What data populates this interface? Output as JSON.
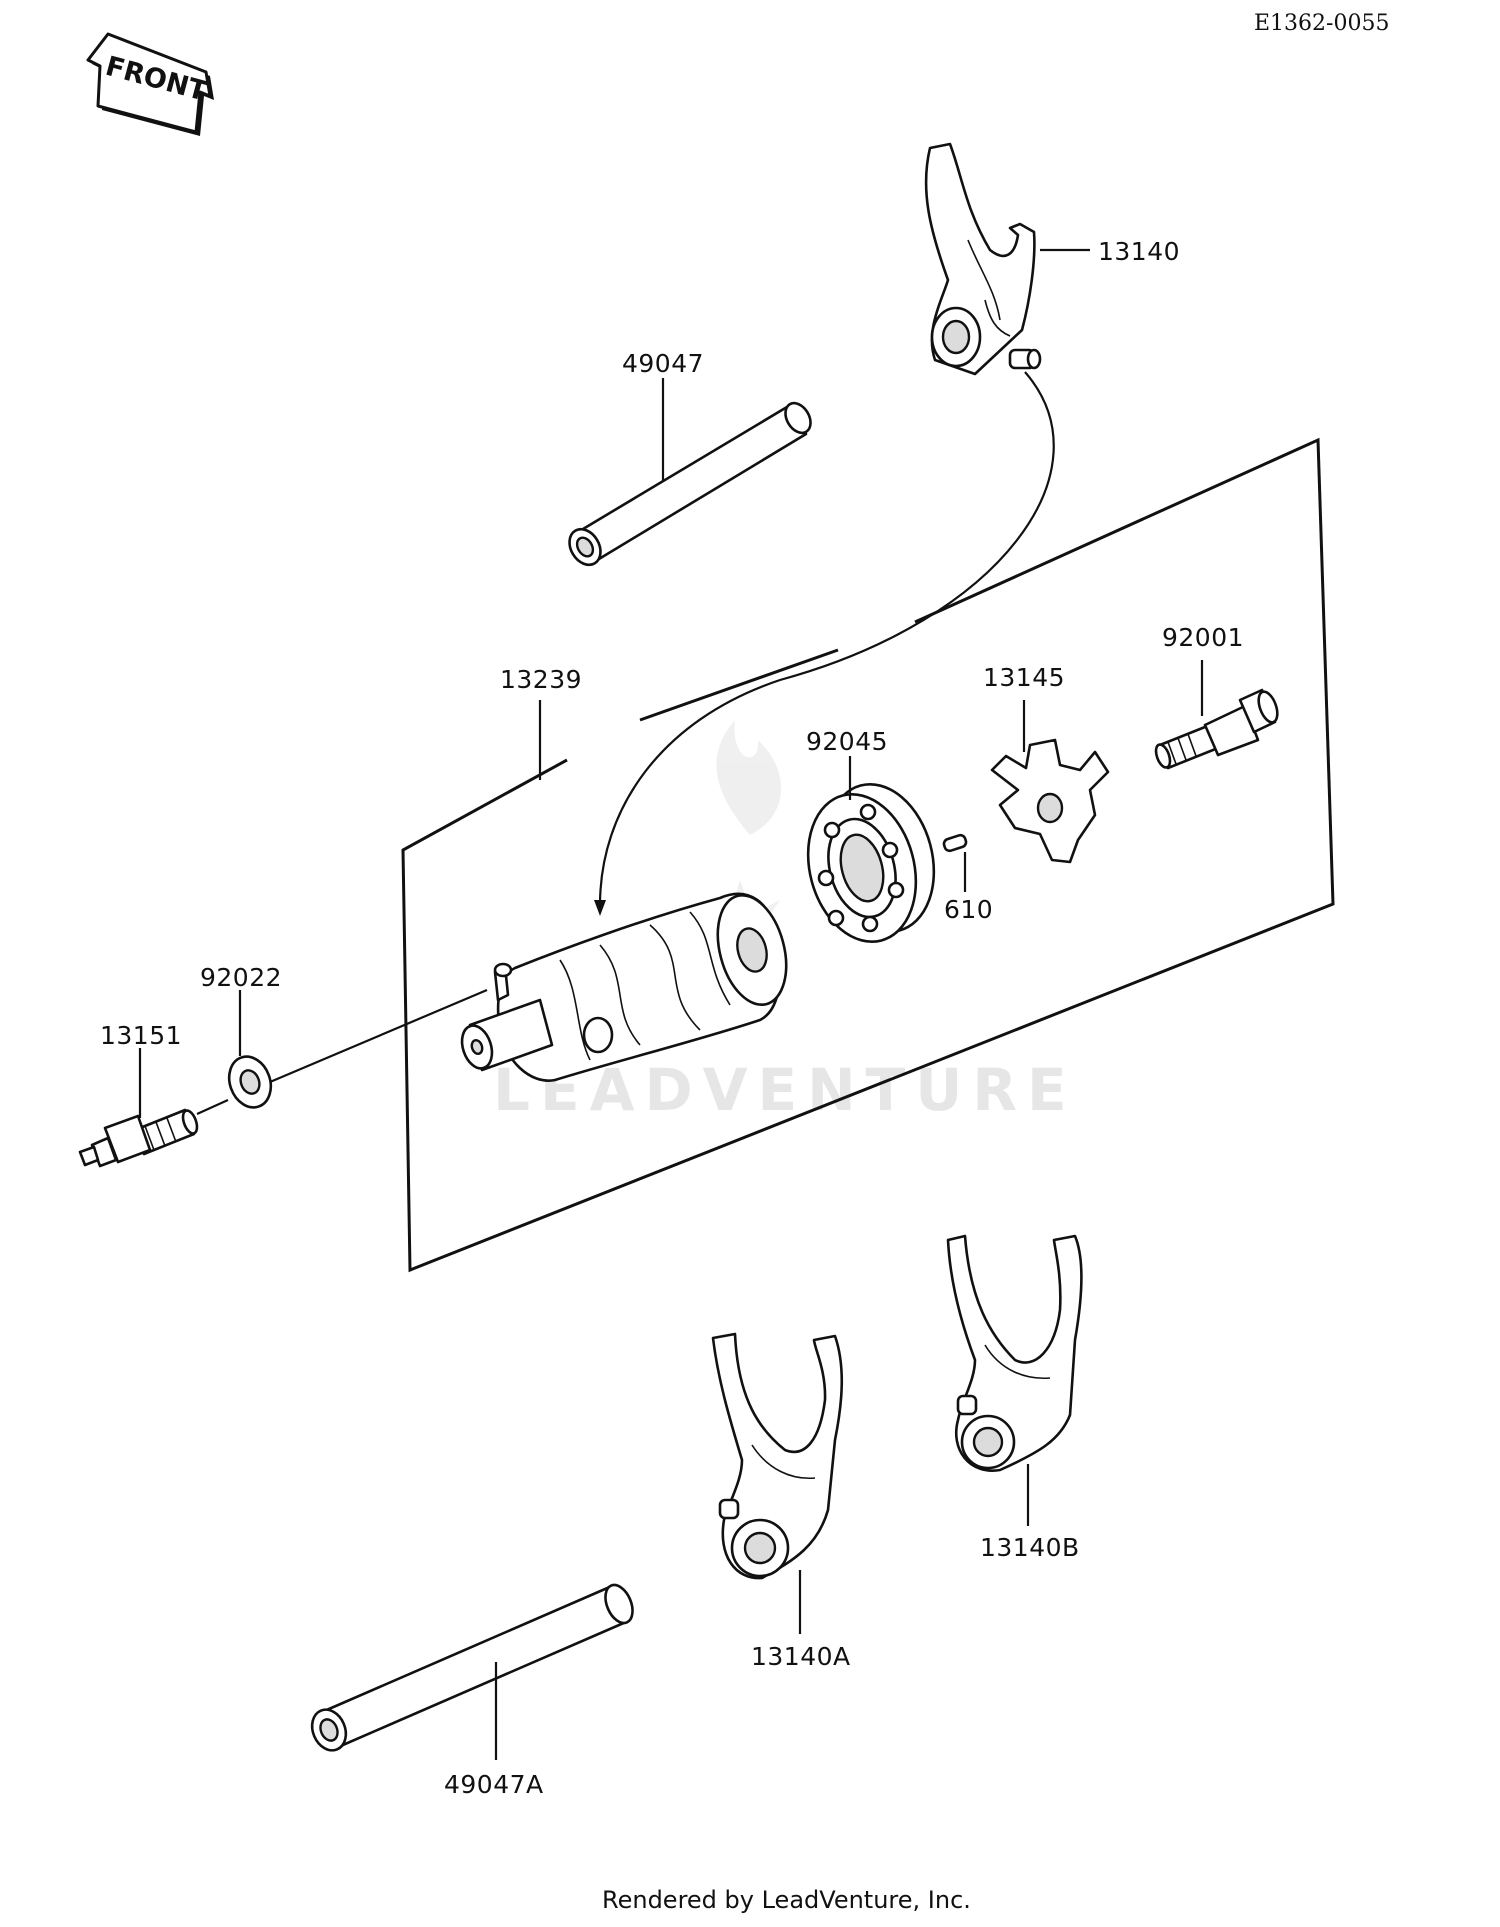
{
  "diagram_code": "E1362-0055",
  "front_label": "FRONT",
  "watermark": "LEADVENTURE",
  "footer": "Rendered by LeadVenture, Inc.",
  "parts": {
    "p13140": "13140",
    "p49047": "49047",
    "p92001": "92001",
    "p13145": "13145",
    "p13239": "13239",
    "p92045": "92045",
    "p610": "610",
    "p92022": "92022",
    "p13151": "13151",
    "p13140B": "13140B",
    "p13140A": "13140A",
    "p49047A": "49047A"
  },
  "icons": {
    "front_arrow": "front-arrow-icon",
    "watermark_logo": "flame-logo-icon"
  }
}
